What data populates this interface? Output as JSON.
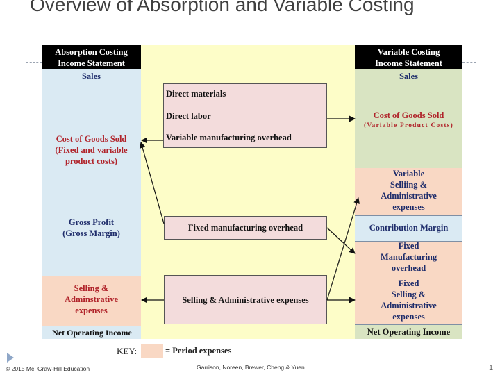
{
  "slide": {
    "title": "Overview of Absorption and Variable Costing",
    "footer_left": "© 2015 Mc. Graw-Hill Education",
    "footer_center": "Garrison, Noreen, Brewer, Cheng & Yuen",
    "page_number": "1"
  },
  "absorption": {
    "header_line1": "Absorption Costing",
    "header_line2": "Income Statement",
    "sales": "Sales",
    "cogs_line1": "Cost of Goods Sold",
    "cogs_line2": "(Fixed and variable",
    "cogs_line3": "product costs)",
    "gross_line1": "Gross Profit",
    "gross_line2": "(Gross Margin)",
    "selling_line1": "Selling &",
    "selling_line2": "Adminstrative",
    "selling_line3": "expenses",
    "net": "Net Operating Income"
  },
  "middle": {
    "direct_materials": "Direct materials",
    "direct_labor": "Direct labor",
    "variable_overhead": "Variable manufacturing overhead",
    "fixed_overhead": "Fixed manufacturing overhead",
    "selling_admin": "Selling & Administrative expenses"
  },
  "variable": {
    "header_line1": "Variable Costing",
    "header_line2": "Income Statement",
    "sales": "Sales",
    "cogs": "Cost of Goods Sold",
    "cogs_sub": "(Variable Product Costs)",
    "var_sa_line1": "Variable",
    "var_sa_line2": "Selliing &",
    "var_sa_line3": "Administrative",
    "var_sa_line4": "expenses",
    "contribution": "Contribution Margin",
    "fixed_mfg_line1": "Fixed",
    "fixed_mfg_line2": "Manufacturing",
    "fixed_mfg_line3": "overhead",
    "fixed_sa_line1": "Fixed",
    "fixed_sa_line2": "Selling &",
    "fixed_sa_line3": "Administrative",
    "fixed_sa_line4": "expenses",
    "net": "Net Operating Income"
  },
  "key": {
    "label": "KEY:",
    "text": "= Period expenses"
  },
  "colors": {
    "light_blue": "#daeaf3",
    "light_yellow": "#fdfdc8",
    "pink": "#f3dcdc",
    "green": "#d9e4c2",
    "peach": "#f9d8c4",
    "navy_text": "#1f2d6b",
    "red_text": "#b0232a"
  }
}
